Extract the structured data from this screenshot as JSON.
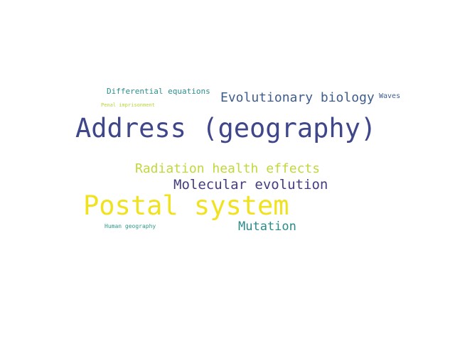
{
  "words": [
    {
      "text": "Differential equations",
      "color": "#2c8f8a"
    },
    {
      "text": "Evolutionary biology",
      "color": "#3e5c8c"
    },
    {
      "text": "Waves",
      "color": "#3e5c8c"
    },
    {
      "text": "Penal imprisonment",
      "color": "#b5d63c"
    },
    {
      "text": "Address (geography)",
      "color": "#3f4689"
    },
    {
      "text": "Radiation health effects",
      "color": "#c2d83a"
    },
    {
      "text": "Molecular evolution",
      "color": "#433d80"
    },
    {
      "text": "Postal system",
      "color": "#f0e21f"
    },
    {
      "text": "Human geography",
      "color": "#2a9a88"
    },
    {
      "text": "Mutation",
      "color": "#2a8a8c"
    }
  ]
}
